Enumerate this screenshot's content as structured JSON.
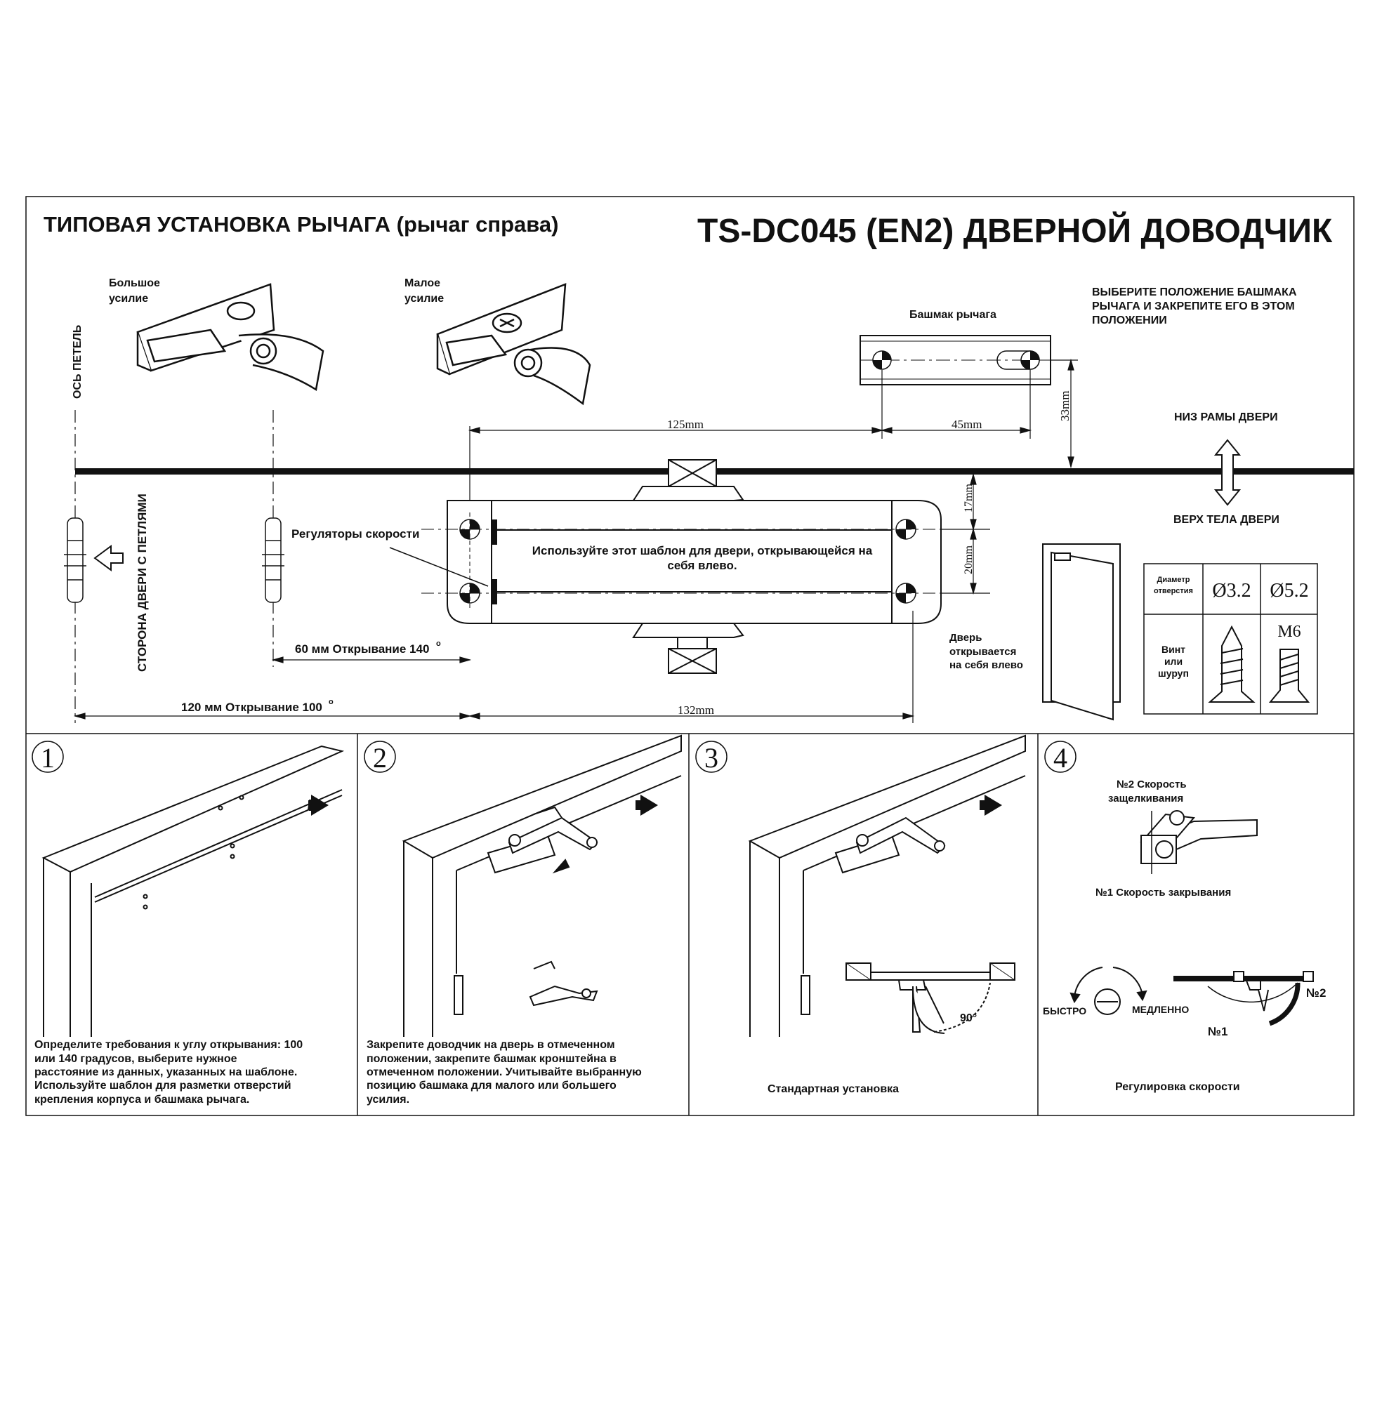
{
  "header": {
    "left_title": "ТИПОВАЯ УСТАНОВКА РЫЧАГА (рычаг справа)",
    "right_title": "TS-DC045 (EN2) ДВЕРНОЙ ДОВОДЧИК"
  },
  "template": {
    "large_force_l1": "Большое",
    "large_force_l2": "усилие",
    "small_force_l1": "Малое",
    "small_force_l2": "усилие",
    "shoe_label": "Башмак рычага",
    "shoe_note_l1": "ВЫБЕРИТЕ ПОЛОЖЕНИЕ БАШМАКА",
    "shoe_note_l2": "РЫЧАГА И ЗАКРЕПИТЕ ЕГО В ЭТОМ",
    "shoe_note_l3": "ПОЛОЖЕНИИ",
    "hinge_axis": "ОСЬ ПЕТЕЛЬ",
    "hinge_side": "СТОРОНА ДВЕРИ С ПЕТЛЯМИ",
    "frame_bottom": "НИЗ РАМЫ ДВЕРИ",
    "door_top": "ВЕРХ ТЕЛА ДВЕРИ",
    "speed_regulators": "Регуляторы скорости",
    "usage_l1": "Используйте этот шаблон для двери, открывающейся на",
    "usage_l2": "себя влево.",
    "door_opens_l1": "Дверь",
    "door_opens_l2": "открывается",
    "door_opens_l3": "на себя влево",
    "dim_125": "125mm",
    "dim_45": "45mm",
    "dim_33": "33mm",
    "dim_17": "17mm",
    "dim_20": "20mm",
    "dim_132": "132mm",
    "dim_60": "60 мм   Открывание 140",
    "dim_120": "120 мм   Открывание 100",
    "degree_mark": "o"
  },
  "screw_table": {
    "hole_diameter_l1": "Диаметр",
    "hole_diameter_l2": "отверстия",
    "d1": "Ø3.2",
    "d2": "Ø5.2",
    "screw_l1": "Винт",
    "screw_l2": "или",
    "screw_l3": "шуруп",
    "m6": "M6"
  },
  "steps": [
    {
      "num": "1",
      "lines": [
        "Определите требования к углу открывания: 100",
        "или 140 градусов, выберите нужное",
        "расстояние из данных, указанных на шаблоне.",
        "Используйте шаблон для разметки отверстий",
        "крепления корпуса и башмака рычага."
      ]
    },
    {
      "num": "2",
      "lines": [
        "Закрепите доводчик на дверь в отмеченном",
        "положении, закрепите башмак кронштейна в",
        "отмеченном положении. Учитывайте выбранную",
        "позицию башмака для малого или большего",
        "усилия."
      ]
    },
    {
      "num": "3",
      "caption": "Стандартная установка",
      "angle": "90°"
    },
    {
      "num": "4",
      "speed2_l1": "№2 Скорость",
      "speed2_l2": "защелкивания",
      "speed1": "№1 Скорость закрывания",
      "fast": "БЫСТРО",
      "slow": "МЕДЛЕННО",
      "n1": "№1",
      "n2": "№2",
      "caption": "Регулировка скорости"
    }
  ]
}
